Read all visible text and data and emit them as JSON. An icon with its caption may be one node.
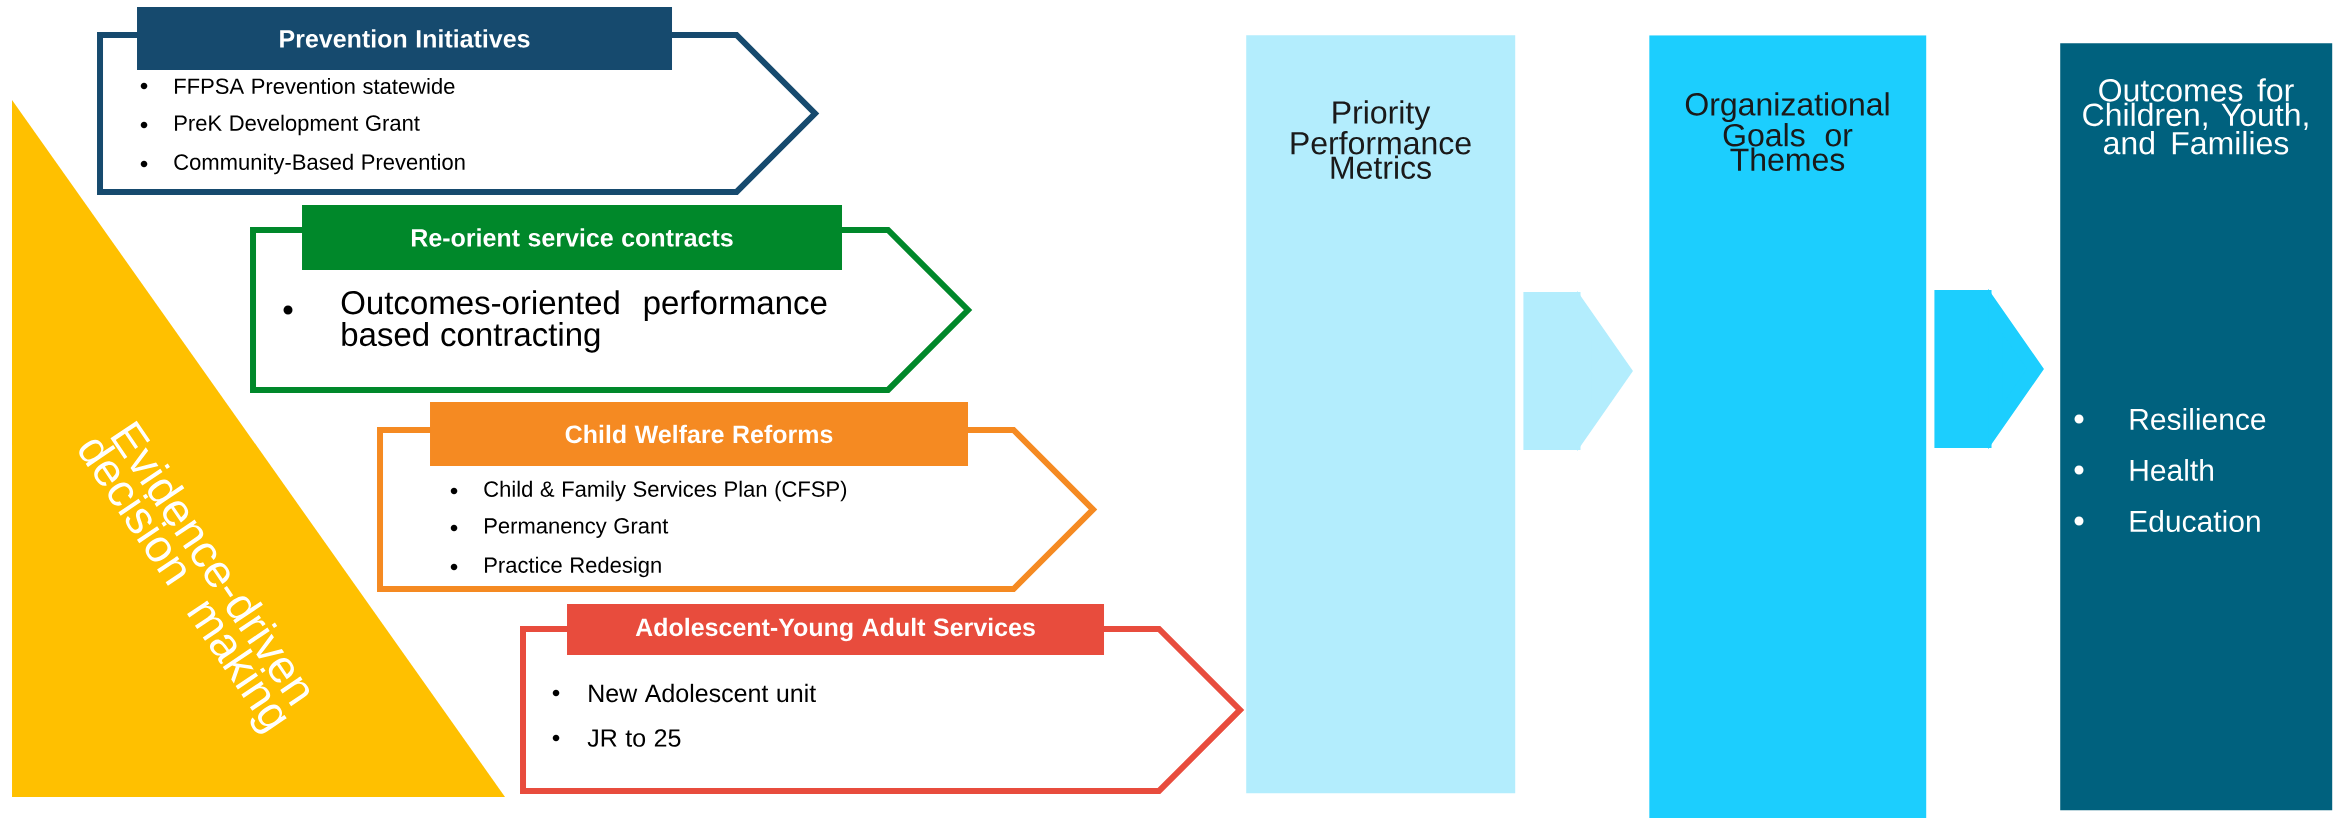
{
  "diagram": {
    "nodes": [
      {
        "text": [
          "Evidence-driven decision making"
        ]
      },
      {
        "text": [
          "Prevention Initiatives",
          "FFPSA Prevention statewide",
          "PreK Development Grant",
          "Community-Based Prevention"
        ]
      },
      {
        "text": [
          "Re-orient service contracts",
          "Outcomes-oriented performance based contracting"
        ]
      },
      {
        "text": [
          "Child Welfare Reforms",
          "Child & Family Services Plan (CFSP)",
          "Permanency Grant",
          "Practice Redesign"
        ]
      },
      {
        "text": [
          "Adolescent-Young Adult Services",
          "New Adolescent unit",
          "JR to 25"
        ]
      },
      {
        "text": [
          "Priority Performance Metrics"
        ]
      },
      {
        "text": [
          "Organizational Goals or Themes"
        ]
      },
      {
        "text": [
          "Outcomes for Children, Youth, and Families",
          "Resilience",
          "Health",
          "Education"
        ]
      }
    ],
    "edges": [
      {
        "from": 5,
        "to": 6,
        "arrow": "to",
        "color": "#b3edfd"
      },
      {
        "from": 6,
        "to": 7,
        "arrow": "to",
        "color": "#1ccefe"
      }
    ]
  }
}
